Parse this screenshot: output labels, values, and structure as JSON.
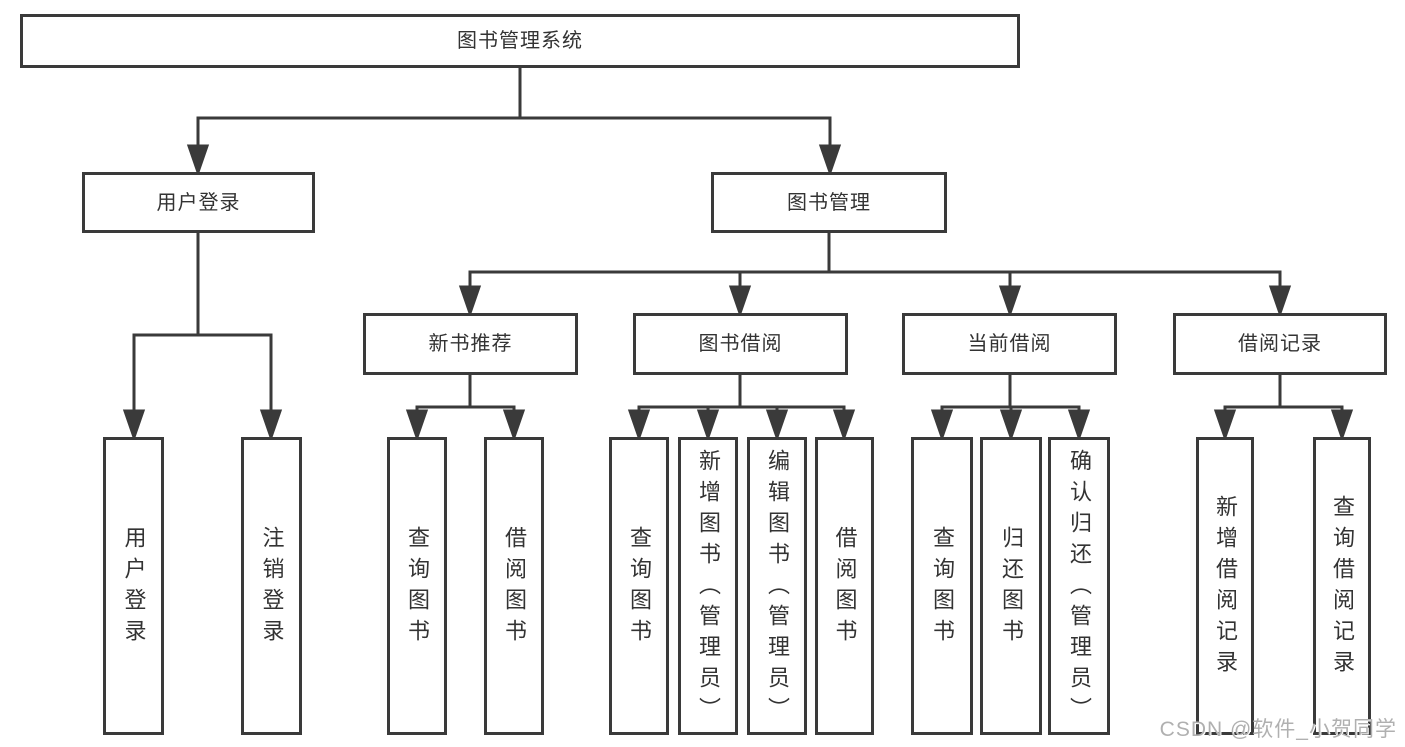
{
  "tree": {
    "root": "图书管理系统",
    "branches": [
      {
        "label": "用户登录",
        "children": [
          {
            "label": "用户登录"
          },
          {
            "label": "注销登录"
          }
        ]
      },
      {
        "label": "图书管理",
        "children": [
          {
            "label": "新书推荐",
            "children": [
              {
                "label": "查询图书"
              },
              {
                "label": "借阅图书"
              }
            ]
          },
          {
            "label": "图书借阅",
            "children": [
              {
                "label": "查询图书"
              },
              {
                "label": "新增图书（管理员）"
              },
              {
                "label": "编辑图书（管理员）"
              },
              {
                "label": "借阅图书"
              }
            ]
          },
          {
            "label": "当前借阅",
            "children": [
              {
                "label": "查询图书"
              },
              {
                "label": "归还图书"
              },
              {
                "label": "确认归还（管理员）"
              }
            ]
          },
          {
            "label": "借阅记录",
            "children": [
              {
                "label": "新增借阅记录"
              },
              {
                "label": "查询借阅记录"
              }
            ]
          }
        ]
      }
    ]
  },
  "watermark": "CSDN @软件_小贺同学",
  "colors": {
    "line": "#3a3a3a",
    "text": "#333333",
    "background": "#ffffff",
    "watermark": "#b0b0b0"
  }
}
